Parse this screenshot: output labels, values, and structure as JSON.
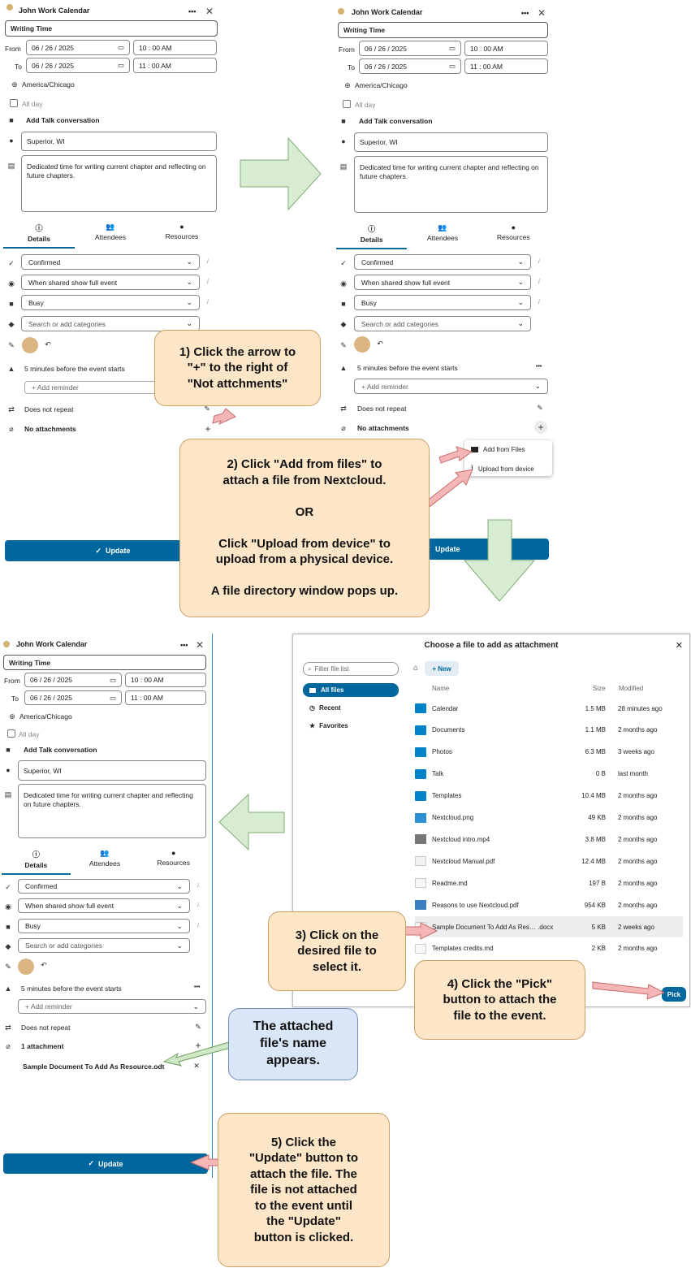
{
  "panel": {
    "calendar_name": "John Work Calendar",
    "more": "•••",
    "close": "✕",
    "title_value": "Writing Time",
    "from_label": "From",
    "to_label": "To",
    "from_date": "06 / 26 / 2025",
    "to_date": "06 / 26 / 2025",
    "from_time": "10 : 00   AM",
    "to_time": "11 : 00   AM",
    "timezone": "America/Chicago",
    "all_day": "All day",
    "talk": "Add Talk conversation",
    "location": "Superior, WI",
    "description": "Dedicated time for writing current chapter and reflecting on future chapters.",
    "tabs": [
      "Details",
      "Attendees",
      "Resources"
    ],
    "status": "Confirmed",
    "visibility": "When shared show full event",
    "busy": "Busy",
    "categories_placeholder": "Search or add categories",
    "reminder": "5 minutes before the event starts",
    "add_reminder": "+ Add reminder",
    "repeat": "Does not repeat",
    "no_attachments": "No attachments",
    "one_attachment": "1 attachment",
    "attached_file": "Sample Document To Add As Resource.odt",
    "update": "Update",
    "info": "i",
    "plus": "+"
  },
  "menu": {
    "add_from_files": "Add from Files",
    "upload_from_device": "Upload from device"
  },
  "picker": {
    "title": "Choose a file to add as attachment",
    "filter_placeholder": "Filter file list",
    "new_button": "+ New",
    "nav": [
      "All files",
      "Recent",
      "Favorites"
    ],
    "col_name": "Name",
    "col_size": "Size",
    "col_modified": "Modified",
    "files": [
      {
        "name": "Calendar",
        "size": "1.5 MB",
        "modified": "28 minutes ago",
        "kind": "folder"
      },
      {
        "name": "Documents",
        "size": "1.1 MB",
        "modified": "2 months ago",
        "kind": "folder"
      },
      {
        "name": "Photos",
        "size": "6.3 MB",
        "modified": "3 weeks ago",
        "kind": "folder"
      },
      {
        "name": "Talk",
        "size": "0 B",
        "modified": "last month",
        "kind": "folder"
      },
      {
        "name": "Templates",
        "size": "10.4 MB",
        "modified": "2 months ago",
        "kind": "folder"
      },
      {
        "name": "Nextcloud.png",
        "size": "49 KB",
        "modified": "2 months ago",
        "kind": "image"
      },
      {
        "name": "Nextcloud intro.mp4",
        "size": "3.8 MB",
        "modified": "2 months ago",
        "kind": "video"
      },
      {
        "name": "Nextcloud Manual.pdf",
        "size": "12.4 MB",
        "modified": "2 months ago",
        "kind": "pdf"
      },
      {
        "name": "Readme.md",
        "size": "197 B",
        "modified": "2 months ago",
        "kind": "doc"
      },
      {
        "name": "Reasons to use Nextcloud.pdf",
        "size": "954 KB",
        "modified": "2 months ago",
        "kind": "pdf2"
      },
      {
        "name": "Sample Document To Add As Res… .docx",
        "size": "5 KB",
        "modified": "2 weeks ago",
        "kind": "doc"
      },
      {
        "name": "Templates credits.md",
        "size": "2 KB",
        "modified": "2 months ago",
        "kind": "doc"
      }
    ],
    "pick": "Pick"
  },
  "callouts": {
    "c1": "1)  Click the arrow to\n\"+\" to the right of\n\"Not attchments\"",
    "c2": "2) Click \"Add from files\" to\nattach a file from Nextcloud.\n\nOR\n\nClick \"Upload from device\" to\nupload from a physical device.\n\nA file directory window pops up.",
    "c3": "3) Click on the\ndesired file to\nselect it.",
    "c4": "4) Click the \"Pick\"\nbutton to attach the\nfile to the event.",
    "c5": "The attached\nfile's name\nappears.",
    "c6": "5) Click the\n\"Update\" button to\nattach the file.  The\nfile is not attached\nto the event until\nthe \"Update\"\nbutton is clicked."
  },
  "colors": {
    "primary": "#00679e",
    "callout": "#fde6c8",
    "callout_blue": "#d9e6f7",
    "arrow_green": "#d8ecd3"
  }
}
